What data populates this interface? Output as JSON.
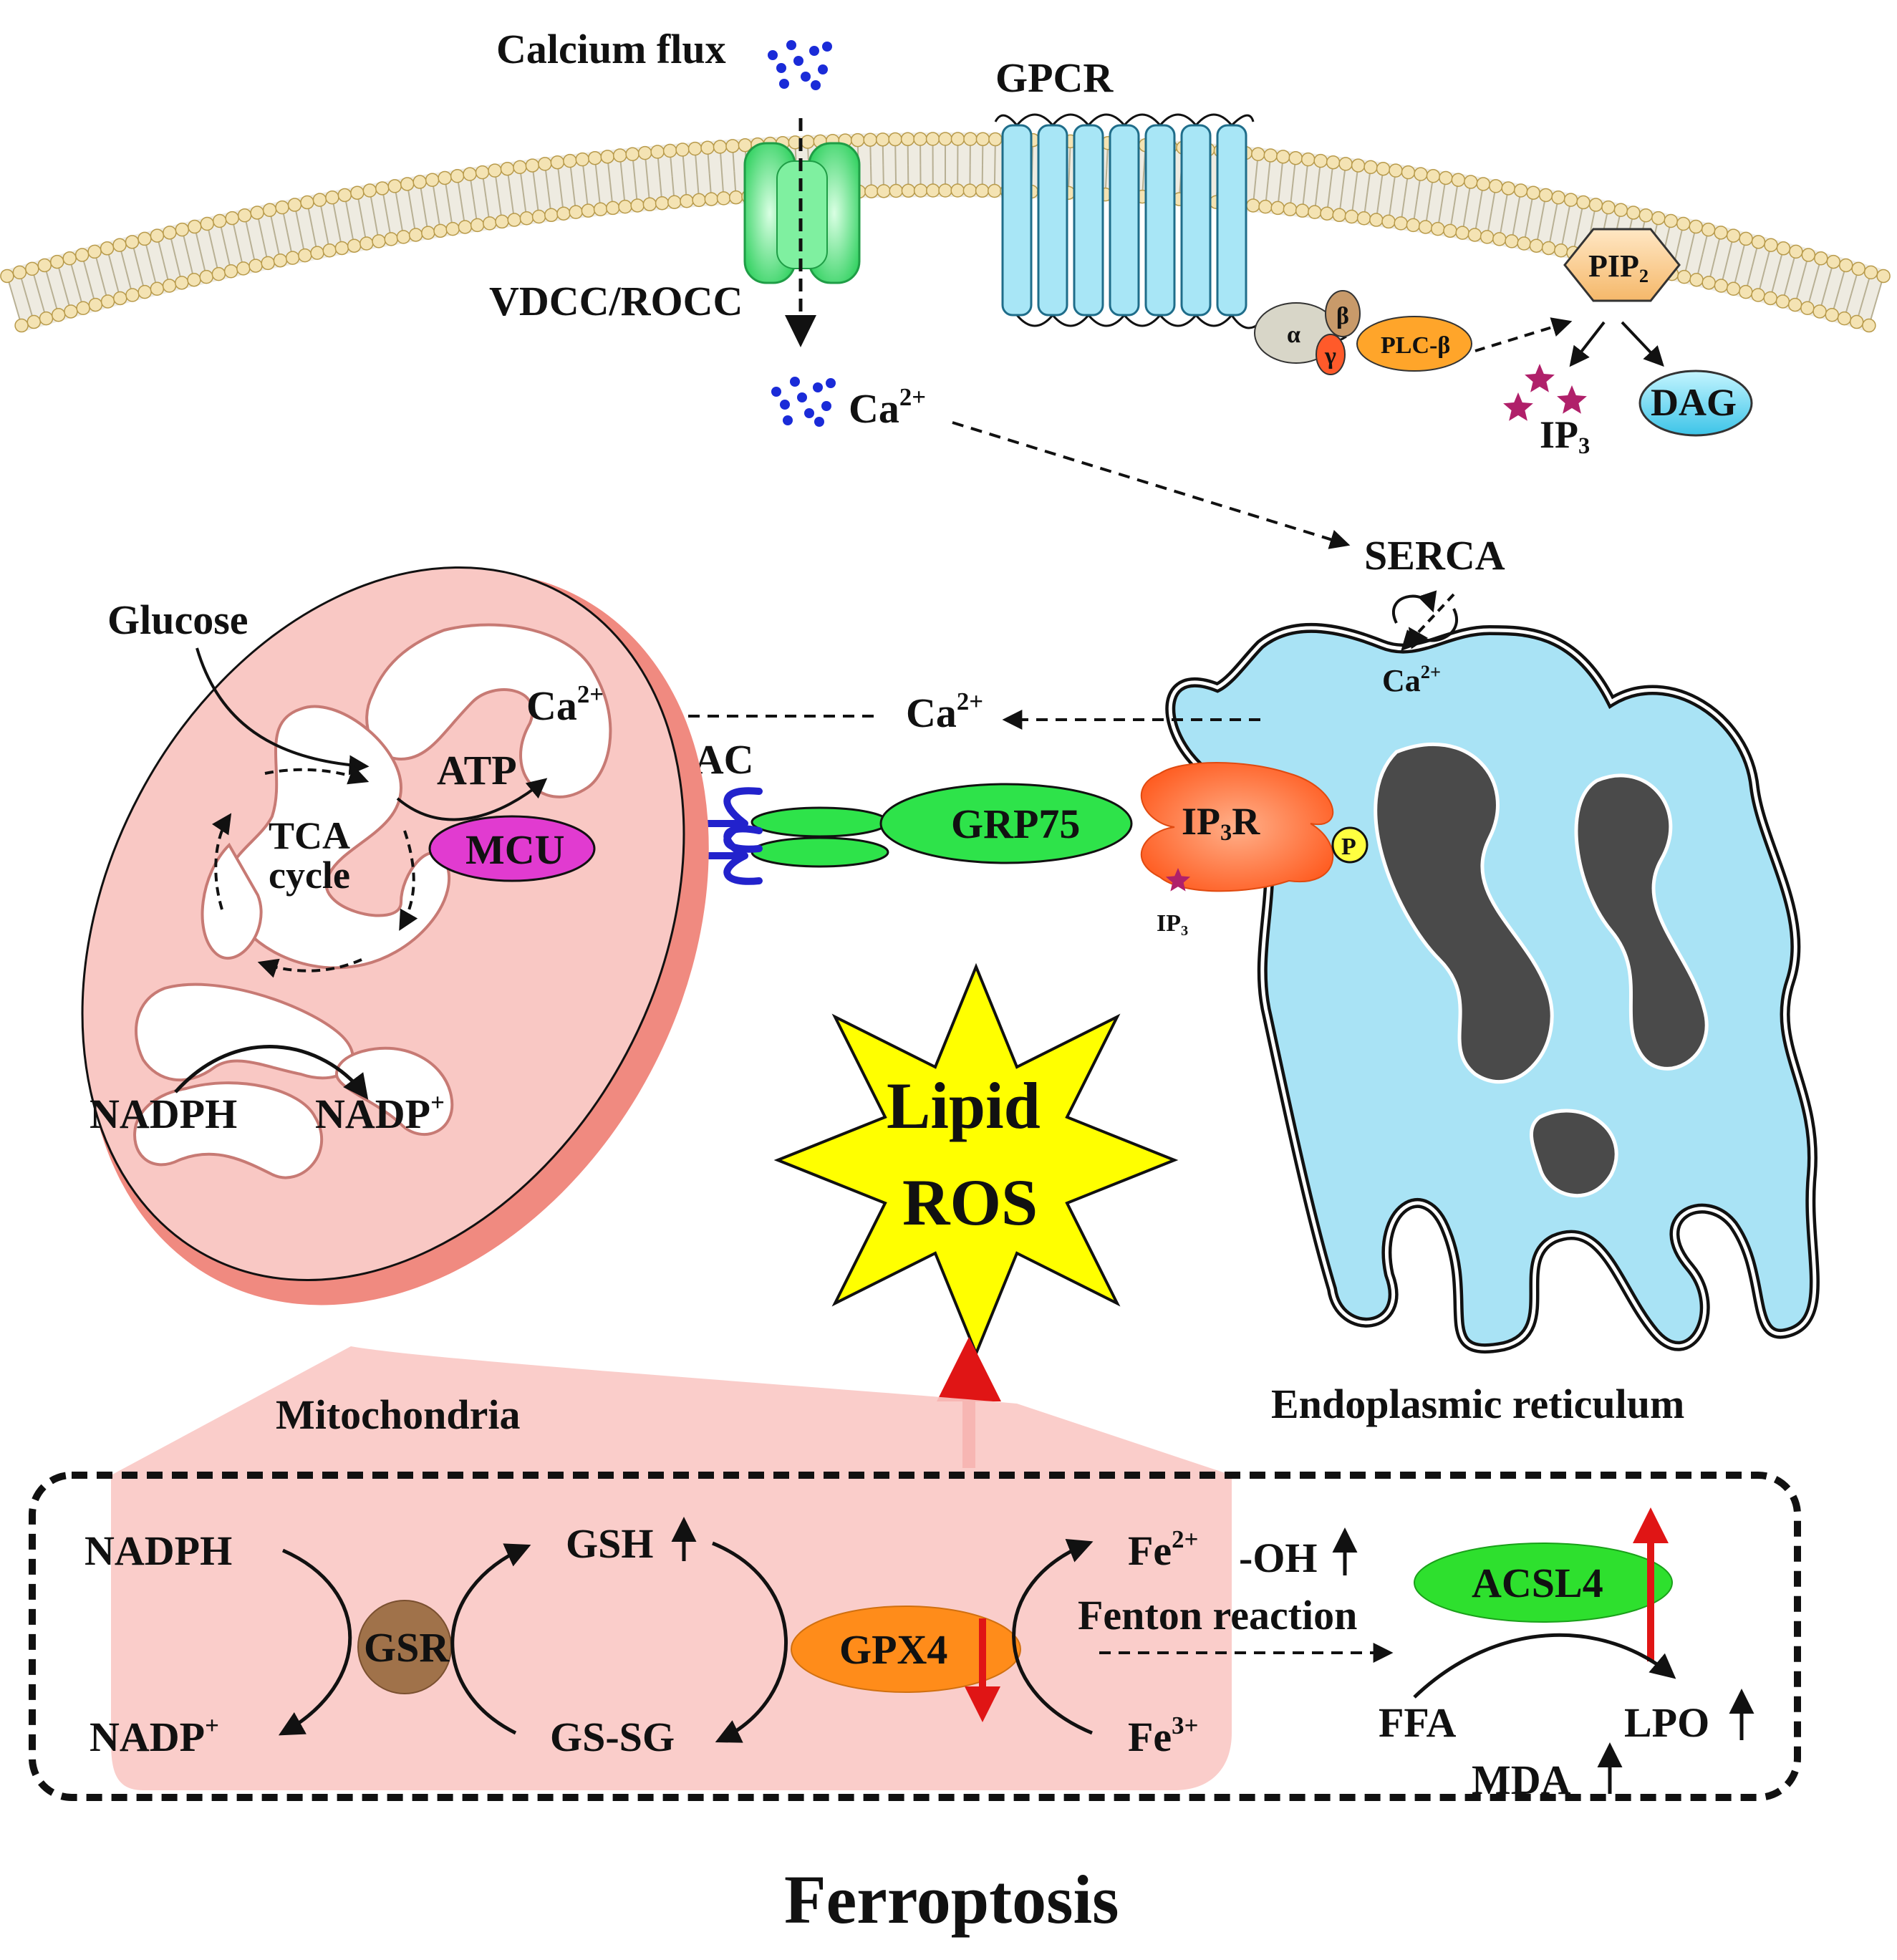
{
  "membrane": {
    "calcium_flux": "Calcium flux",
    "vdcc_rocc": "VDCC/ROCC",
    "gpcr": "GPCR",
    "alpha": "α",
    "beta": "β",
    "gamma": "γ",
    "plc_beta": "PLC-β",
    "pip2": "PIP",
    "pip2_sub": "2",
    "ip3": "IP",
    "ip3_sub": "3",
    "dag": "DAG",
    "ca": "Ca",
    "ca_sup": "2+"
  },
  "er": {
    "serca": "SERCA",
    "ca": "Ca",
    "ca_sup": "2+",
    "ip3r": "IP",
    "ip3r_sub": "3",
    "ip3r_tail": "R",
    "p": "P",
    "ip3": "IP",
    "ip3_sub": "3",
    "label": "Endoplasmic reticulum"
  },
  "bridge": {
    "grp75": "GRP75",
    "vdac": "VDAC",
    "ca": "Ca",
    "ca_sup": "2+"
  },
  "mito": {
    "glucose": "Glucose",
    "ca": "Ca",
    "ca_sup": "2+",
    "atp": "ATP",
    "mcu": "MCU",
    "tca_line1": "TCA",
    "tca_line2": "cycle",
    "nadph": "NADPH",
    "nadp": "NADP",
    "nadp_sup": "+",
    "label": "Mitochondria"
  },
  "ros": {
    "line1": "Lipid",
    "line2": "ROS"
  },
  "ferroptosis": {
    "nadph": "NADPH",
    "nadp": "NADP",
    "nadp_sup": "+",
    "gsr": "GSR",
    "gsh": "GSH",
    "gssg": "GS-SG",
    "gpx4": "GPX4",
    "fe2": "Fe",
    "fe2_sup": "2+",
    "fe3": "Fe",
    "fe3_sup": "3+",
    "oh": "-OH",
    "fenton": "Fenton reaction",
    "acsl4": "ACSL4",
    "ffa": "FFA",
    "lpo": "LPO",
    "mda": "MDA",
    "title": "Ferroptosis"
  },
  "colors": {
    "membrane_head": "#f4e3b3",
    "gpcr": "#a8e6f6",
    "channel": "#4fe07a",
    "er": "#a9e3f5",
    "mito": "#f9c8c4",
    "mito_edge": "#f08a80",
    "mcu": "#e13bd0",
    "grp75": "#2ee34a",
    "ip3r": "#ff6a2e",
    "gpx4": "#ff8c1a",
    "gsr": "#a0724a",
    "acsl4": "#2ee02e",
    "ros": "#ffff00",
    "red_arrow": "#e01515",
    "star": "#b0206a",
    "dot": "#1a2bd8"
  }
}
